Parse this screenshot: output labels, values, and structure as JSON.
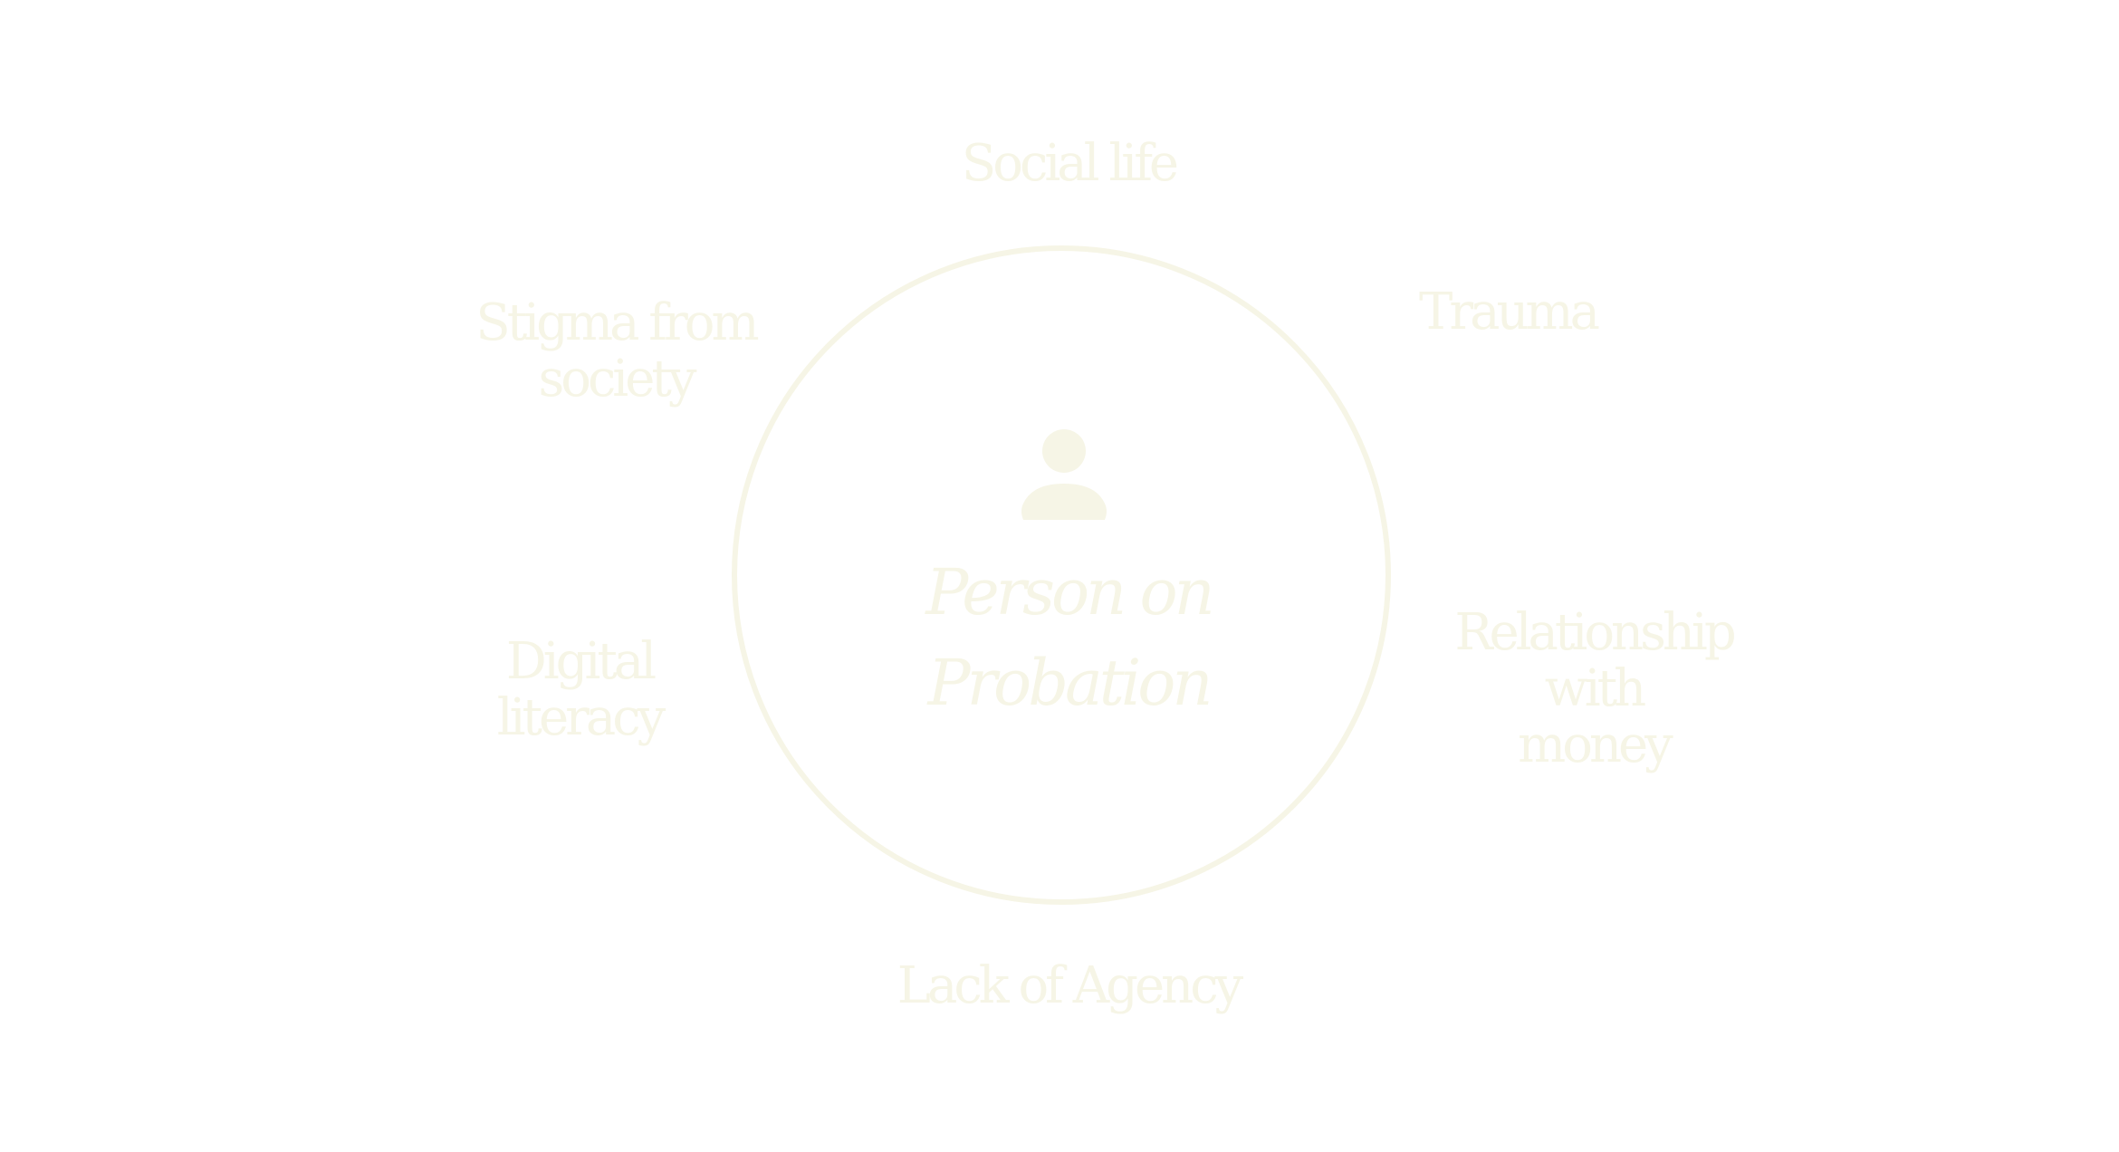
{
  "center": {
    "line1": "Person on",
    "line2": "Probation"
  },
  "factors": {
    "social_life": "Social life",
    "trauma": "Trauma",
    "relationship_money": [
      "Relationship",
      "with",
      "money"
    ],
    "lack_of_agency": "Lack of Agency",
    "digital_literacy": [
      "Digital",
      "literacy"
    ],
    "stigma": [
      "Stigma from",
      "society"
    ]
  },
  "colors": {
    "text": "#f6f5e6",
    "ring": "#f6f5e6",
    "background": "#ffffff"
  },
  "icons": {
    "center": "person-icon"
  }
}
